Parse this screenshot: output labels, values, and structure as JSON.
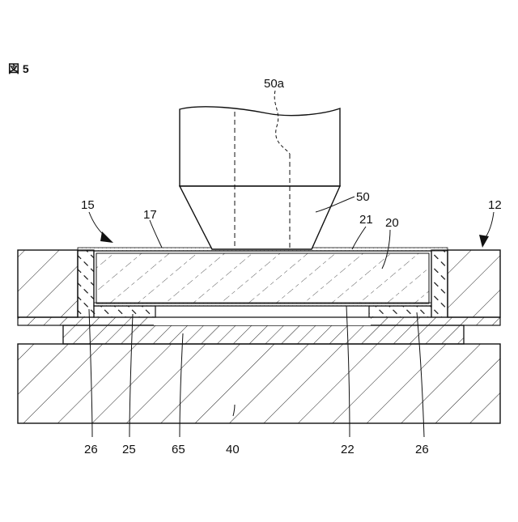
{
  "figure": {
    "label": "図 5"
  },
  "labels": {
    "nozzle_axis": "50a",
    "nozzle": "50",
    "left_frame": "15",
    "right_frame": "12",
    "top_film": "17",
    "inner_layer": "21",
    "chip": "20",
    "left_seal": "26",
    "left_pad": "25",
    "spacer": "65",
    "base": "40",
    "bottom_film": "22",
    "right_seal": "26"
  }
}
